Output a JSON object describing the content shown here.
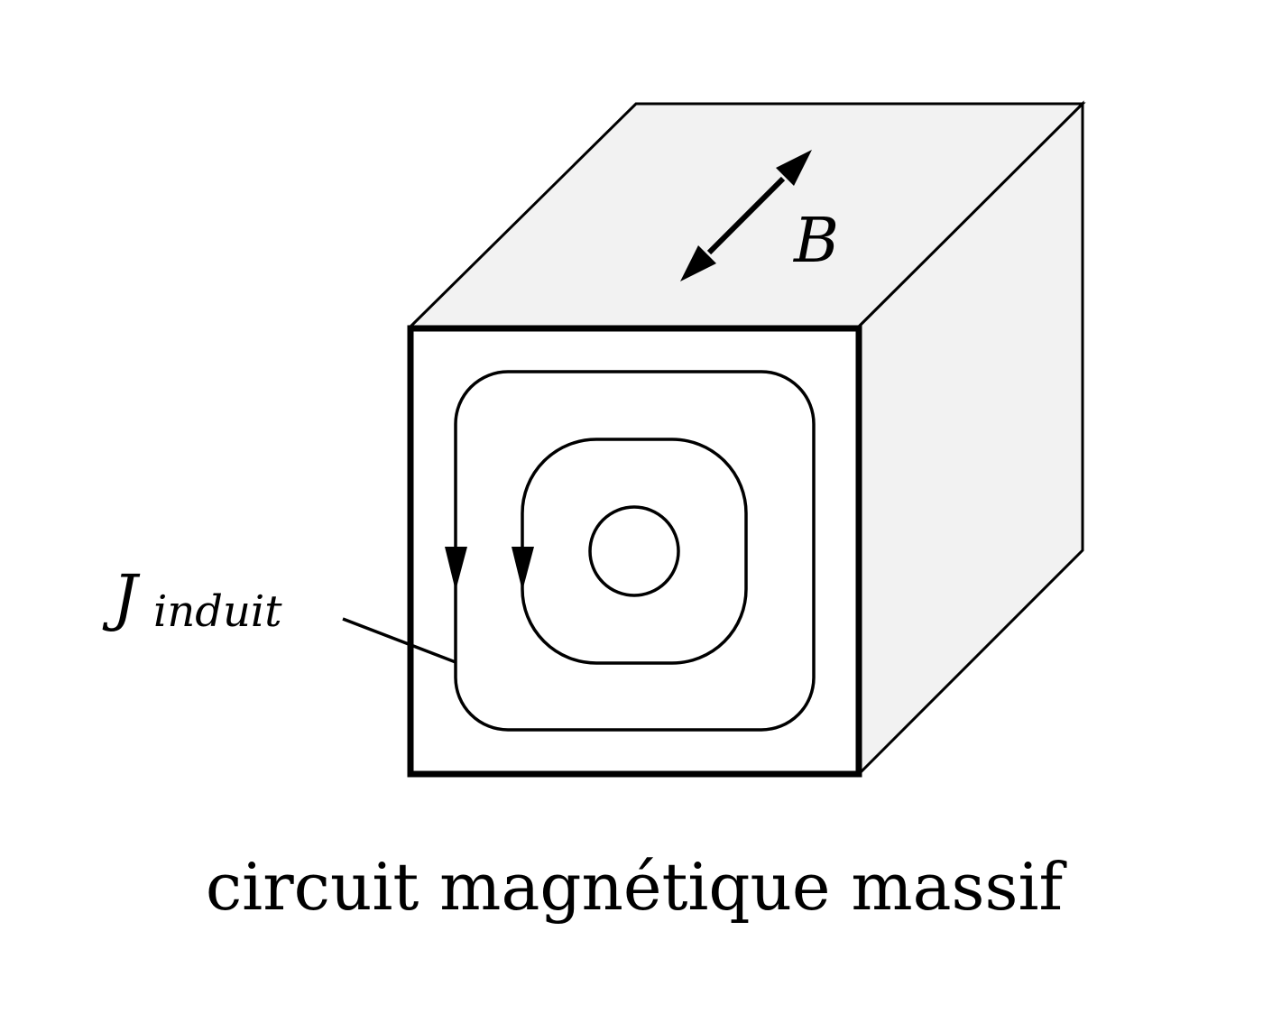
{
  "labels": {
    "field": "B",
    "current_main": "J",
    "current_sub": "induit",
    "caption": "circuit magnétique massif"
  },
  "colors": {
    "stroke": "#000000",
    "face_shade": "#f2f2f2",
    "front_face": "#ffffff"
  }
}
